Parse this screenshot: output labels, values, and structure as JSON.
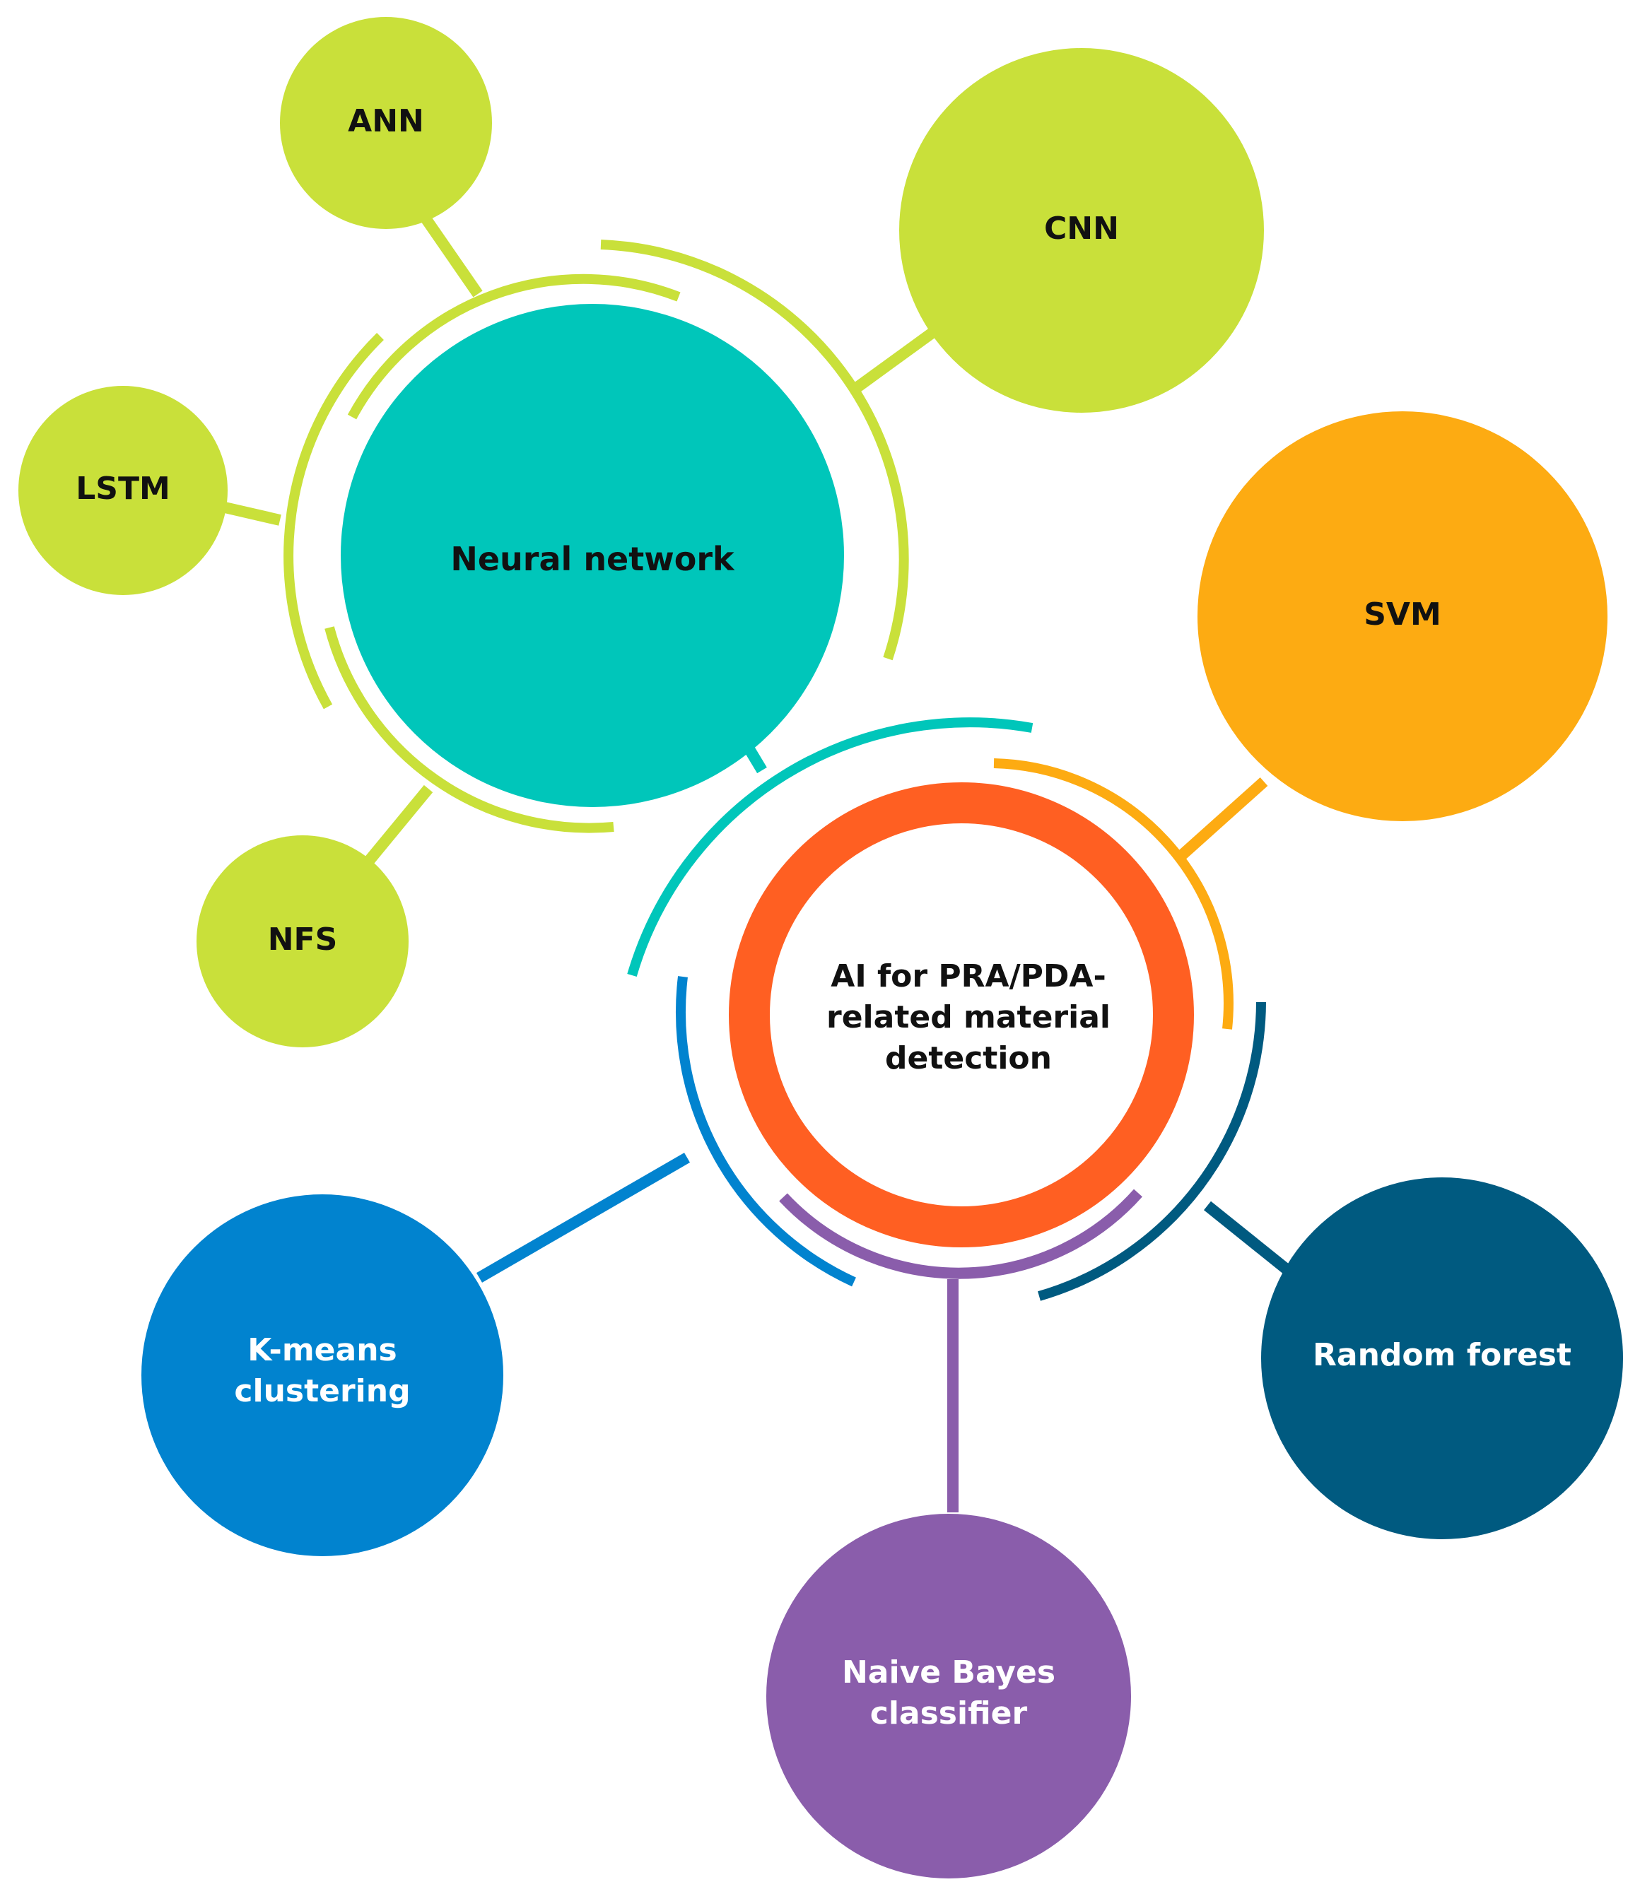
{
  "colors": {
    "lime": "#C9E03A",
    "teal": "#00C6BA",
    "orange_red": "#FF5F22",
    "amber": "#FDAB12",
    "navy": "#005A80",
    "blue": "#0183CF",
    "purple": "#8A5DAB",
    "dark_text": "#111111",
    "light_text": "#FFFFFF"
  },
  "nodes": {
    "ai": {
      "lines": [
        "AI for PRA/PDA-",
        "related material",
        "detection"
      ]
    },
    "neural": {
      "lines": [
        "Neural network"
      ]
    },
    "ann": {
      "lines": [
        "ANN"
      ]
    },
    "cnn": {
      "lines": [
        "CNN"
      ]
    },
    "lstm": {
      "lines": [
        "LSTM"
      ]
    },
    "nfs": {
      "lines": [
        "NFS"
      ]
    },
    "svm": {
      "lines": [
        "SVM"
      ]
    },
    "kmeans": {
      "lines": [
        "K-means",
        "clustering"
      ]
    },
    "rf": {
      "lines": [
        "Random forest"
      ]
    },
    "nb": {
      "lines": [
        "Naive Bayes",
        "classifier"
      ]
    }
  }
}
